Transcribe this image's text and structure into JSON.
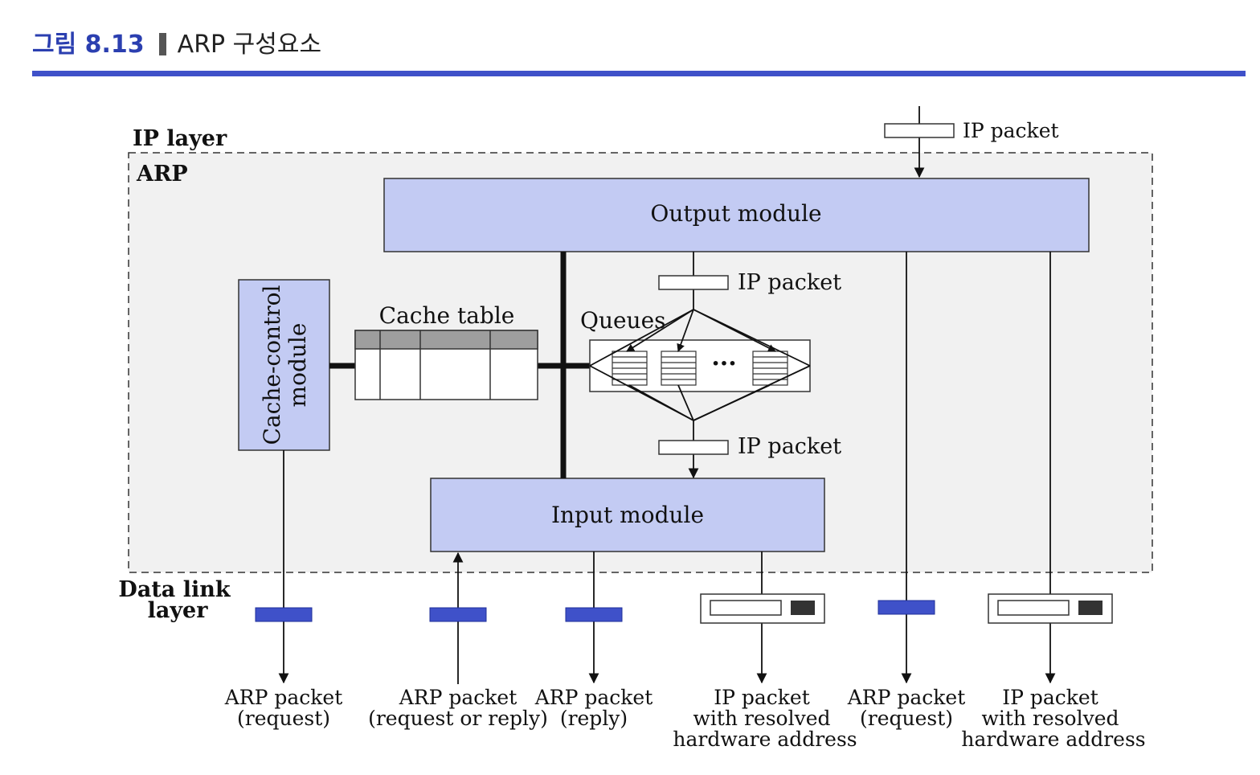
{
  "figure": {
    "number": "그림 8.13",
    "caption": "ARP 구성요소"
  },
  "layers": {
    "ip": "IP layer",
    "arp": "ARP",
    "datalink_line1": "Data link",
    "datalink_line2": "layer"
  },
  "modules": {
    "output": "Output module",
    "input": "Input module",
    "cache_control_line1": "Cache-control",
    "cache_control_line2": "module",
    "cache_table": "Cache table",
    "queues": "Queues",
    "queue_ellipsis": "···"
  },
  "packets": {
    "ip_top": "IP packet",
    "ip_mid_upper": "IP packet",
    "ip_mid_lower": "IP packet"
  },
  "bottom_labels": [
    {
      "line1": "ARP packet",
      "line2": "(request)",
      "line3": ""
    },
    {
      "line1": "ARP packet",
      "line2": "(request or reply)",
      "line3": ""
    },
    {
      "line1": "ARP packet",
      "line2": "(reply)",
      "line3": ""
    },
    {
      "line1": "IP packet",
      "line2": "with resolved",
      "line3": "hardware address"
    },
    {
      "line1": "ARP packet",
      "line2": "(request)",
      "line3": ""
    },
    {
      "line1": "IP packet",
      "line2": "with resolved",
      "line3": "hardware address"
    }
  ],
  "colors": {
    "module_fill": "#c3cbf3",
    "arp_fill": "#f1f1f1",
    "arp_packet_blue": "#3f51c9",
    "cache_header": "#9e9e9e",
    "title_blue": "#2b3fb0"
  }
}
